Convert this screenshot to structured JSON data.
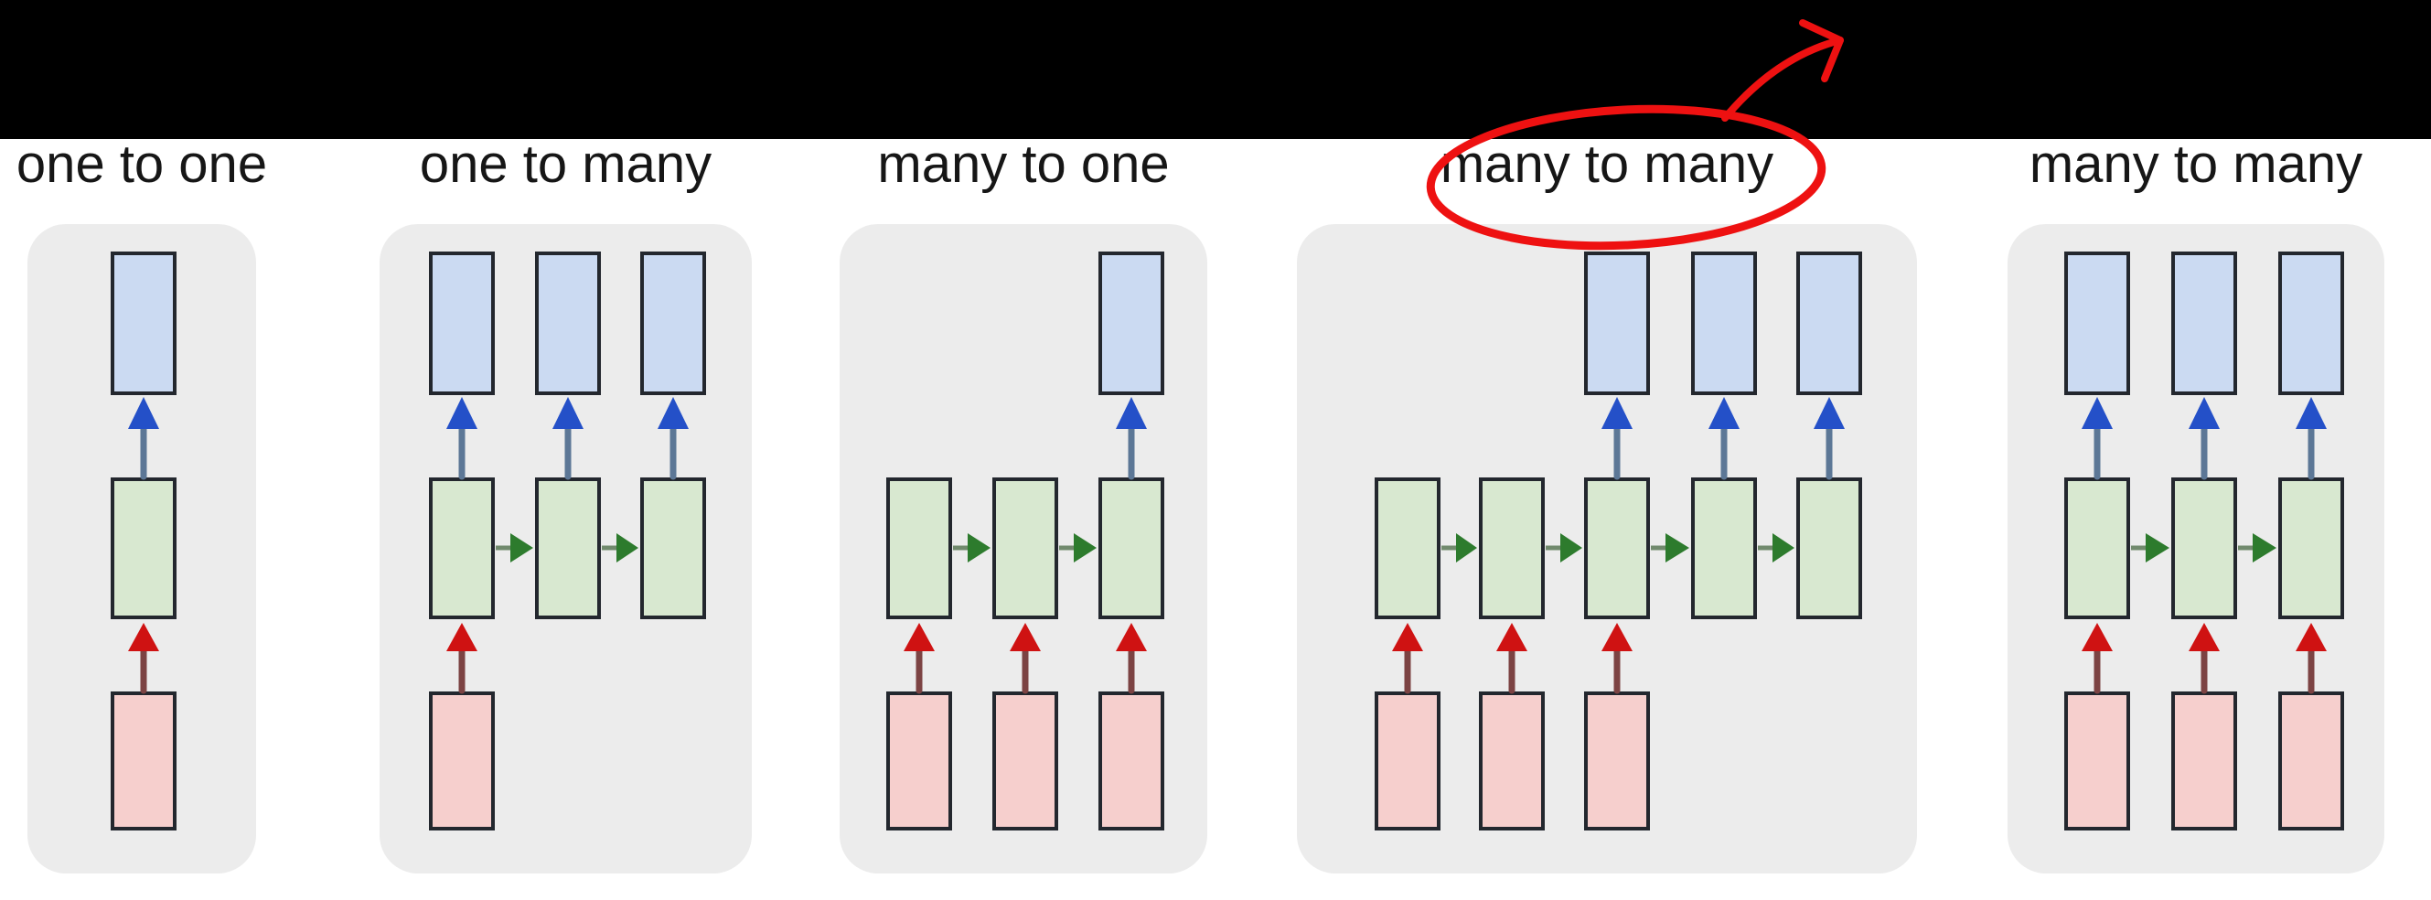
{
  "page": {
    "background_color": "#ffffff",
    "top_bar_color": "#000000"
  },
  "figure": {
    "title": "recurrent-neural-network-architectures",
    "row_order_bottom_to_top": [
      "input",
      "hidden",
      "output"
    ],
    "box_colors": {
      "input_fill": "#f6cfcd",
      "hidden_fill": "#d8e8d0",
      "output_fill": "#cbdaf2",
      "box_border": "#23272e"
    },
    "arrow_colors": {
      "input_arrow_head": "#cf1212",
      "input_arrow_shaft": "#7c4343",
      "hidden_arrow_head": "#2d7b2d",
      "hidden_arrow_shaft": "#718a6d",
      "output_arrow_head": "#2450c8",
      "output_arrow_shaft": "#5c7796"
    },
    "panel_color": "#ececec",
    "groups": [
      {
        "id": "one-to-one",
        "label": "one to one",
        "circled": false,
        "columns": 1,
        "input_columns": [
          1
        ],
        "hidden_columns": [
          1
        ],
        "output_columns": [
          1
        ]
      },
      {
        "id": "one-to-many",
        "label": "one to many",
        "circled": false,
        "columns": 3,
        "input_columns": [
          1
        ],
        "hidden_columns": [
          1,
          2,
          3
        ],
        "output_columns": [
          1,
          2,
          3
        ]
      },
      {
        "id": "many-to-one",
        "label": "many to one",
        "circled": false,
        "columns": 3,
        "input_columns": [
          1,
          2,
          3
        ],
        "hidden_columns": [
          1,
          2,
          3
        ],
        "output_columns": [
          3
        ]
      },
      {
        "id": "many-to-many-encoder-decoder",
        "label": "many to many",
        "circled": true,
        "columns": 5,
        "input_columns": [
          1,
          2,
          3
        ],
        "hidden_columns": [
          1,
          2,
          3,
          4,
          5
        ],
        "output_columns": [
          3,
          4,
          5
        ]
      },
      {
        "id": "many-to-many-synced",
        "label": "many to many",
        "circled": false,
        "columns": 3,
        "input_columns": [
          1,
          2,
          3
        ],
        "hidden_columns": [
          1,
          2,
          3
        ],
        "output_columns": [
          1,
          2,
          3
        ]
      }
    ]
  },
  "annotation": {
    "color": "#ee1111",
    "circled_label": "many to many",
    "shape": "hand-drawn ellipse around the fourth label with a curved arrow pointing up-right into the black bar"
  }
}
